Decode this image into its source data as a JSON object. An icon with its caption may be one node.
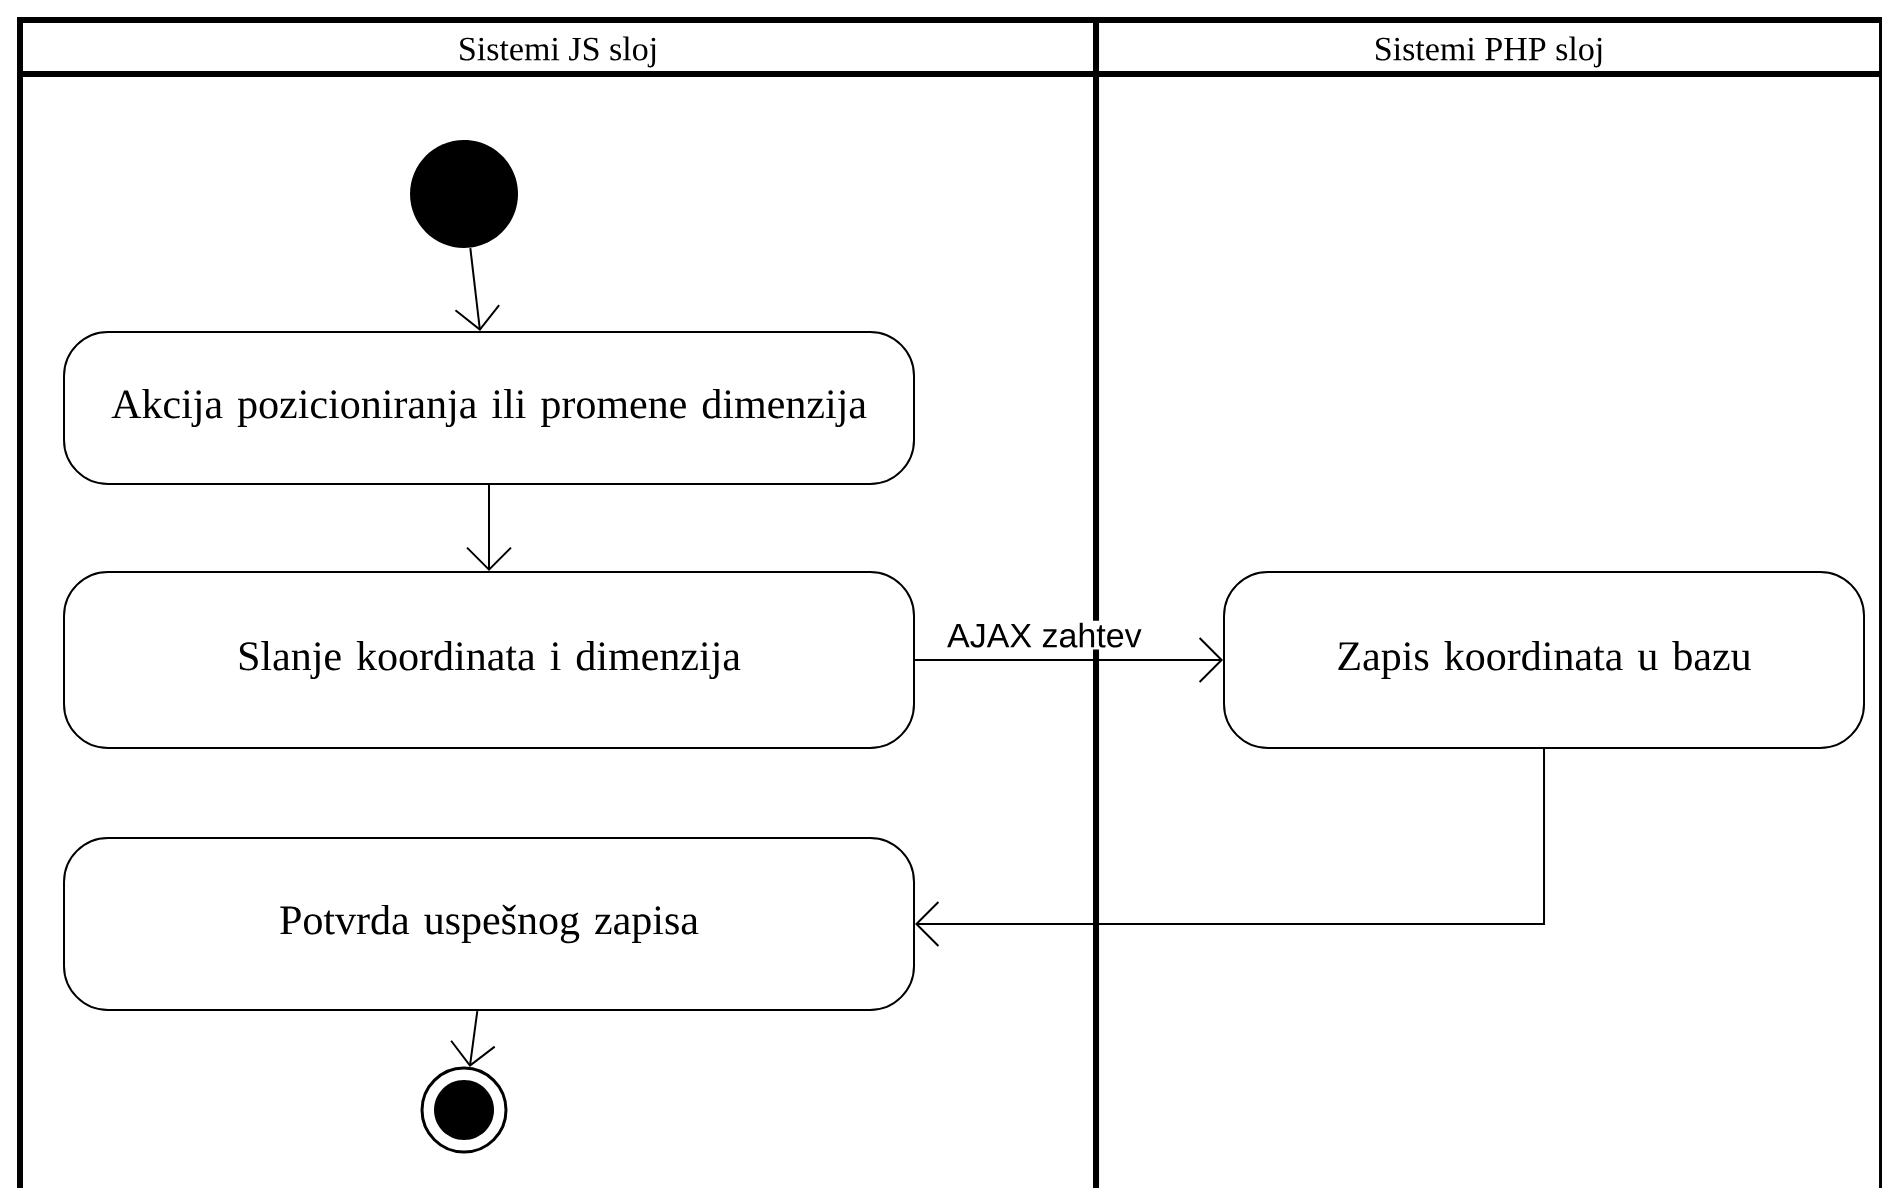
{
  "diagram": {
    "nodes": [
      {
        "text": [
          "Sistemi JS sloj"
        ]
      },
      {
        "text": [
          "Sistemi PHP sloj"
        ]
      },
      {
        "text": [],
        "shape": "circle",
        "in": 0
      },
      {
        "text": [
          "Akcija pozicioniranja ili promene dimenzija"
        ],
        "in": 0
      },
      {
        "text": [
          "Slanje koordinata i dimenzija"
        ],
        "in": 0
      },
      {
        "text": [
          "Zapis koordinata u bazu"
        ],
        "in": 1
      },
      {
        "text": [
          "Potvrda uspešnog zapisa"
        ],
        "in": 0
      },
      {
        "text": [],
        "shape": "target",
        "in": 0
      }
    ],
    "edges": [
      {
        "from": 2,
        "to": 3,
        "arrow": "to"
      },
      {
        "from": 3,
        "to": 4,
        "arrow": "to"
      },
      {
        "from": 4,
        "to": 5,
        "arrow": "to",
        "label": "AJAX zahtev"
      },
      {
        "from": 5,
        "to": 6,
        "arrow": "to"
      },
      {
        "from": 6,
        "to": 7,
        "arrow": "to"
      }
    ]
  }
}
